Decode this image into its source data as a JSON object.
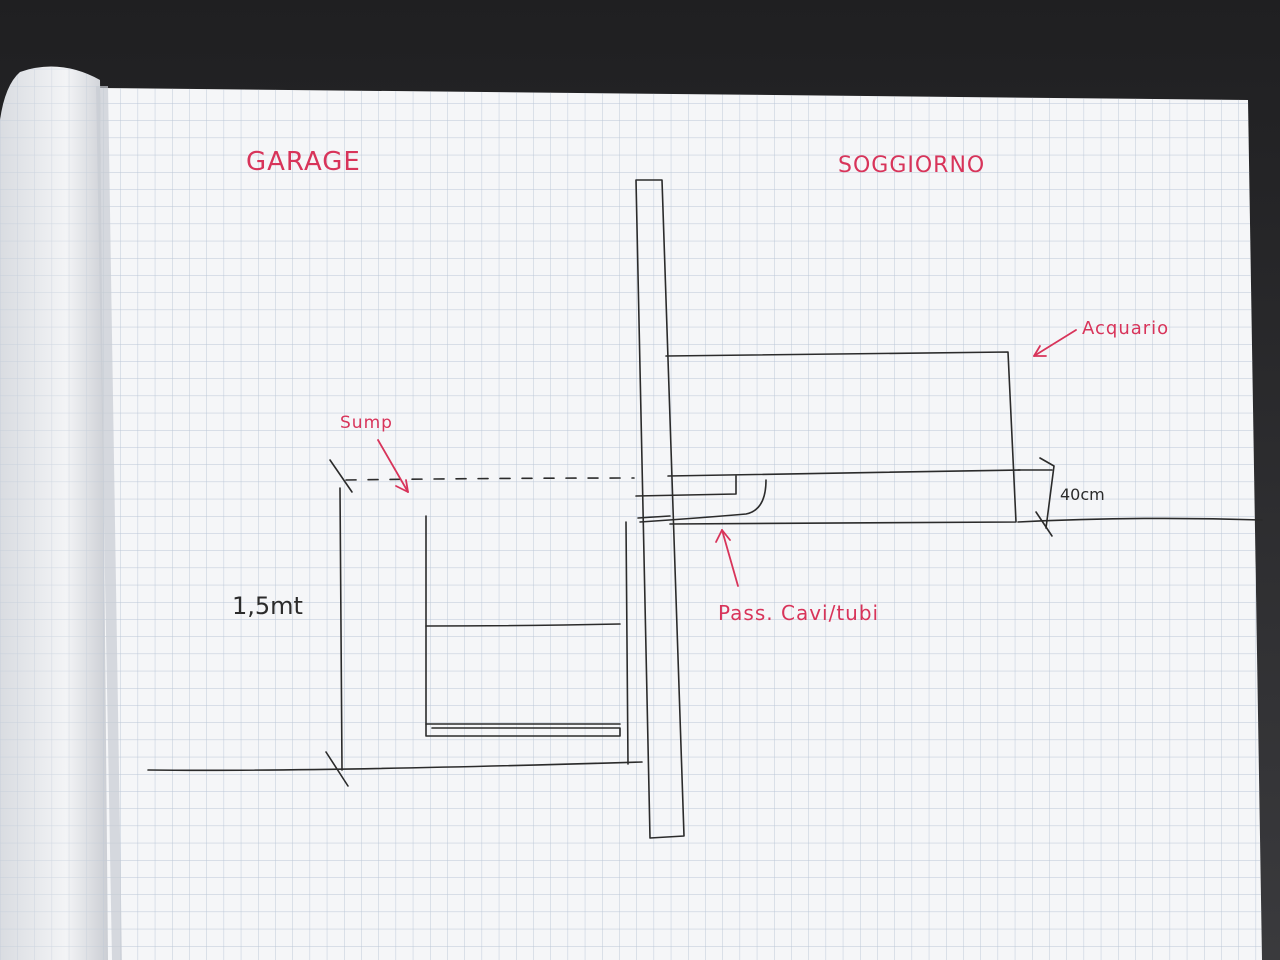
{
  "labels": {
    "garage": "GARAGE",
    "soggiorno": "SOGGIORNO",
    "acquario": "Acquario",
    "sump": "Sump",
    "passage": "Pass. Cavi/tubi",
    "height_sump": "1,5mt",
    "height_tank": "40cm"
  },
  "colors": {
    "ink": "#2b2b2b",
    "annotation": "#d8345a",
    "grid": "#b9c6d6",
    "paper": "#f5f6f8"
  }
}
